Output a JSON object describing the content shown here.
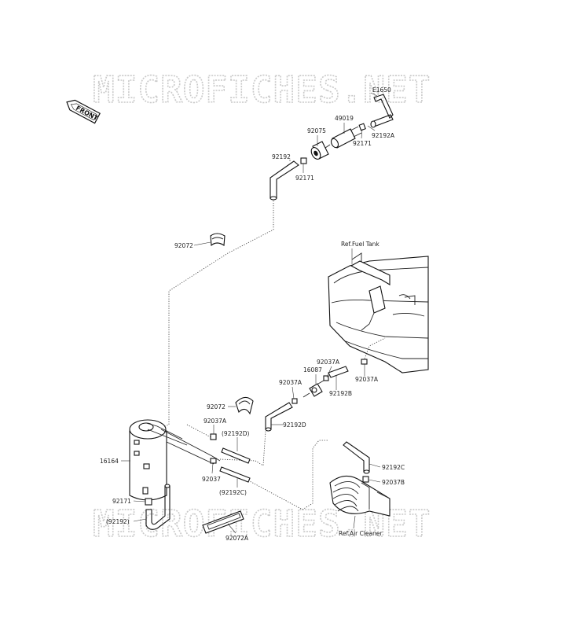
{
  "watermark": {
    "text": "MICROFICHES.NET"
  },
  "front_indicator": {
    "label": "FRONT"
  },
  "references": {
    "fuel_tank": "Ref.Fuel Tank",
    "air_cleaner": "Ref.Air Cleaner"
  },
  "callouts": {
    "e1650": "E1650",
    "p49019": "49019",
    "p92075": "92075",
    "p92171_top_right": "92171",
    "p92192A": "92192A",
    "p92192_top": "92192",
    "p92171_top_left": "92171",
    "p92072_upper": "92072",
    "p92037A_upper": "92037A",
    "p16087": "16087",
    "p92037A_left": "92037A",
    "p92037A_right": "92037A",
    "p92192B": "92192B",
    "p92072_lower": "92072",
    "p92192D": "92192D",
    "p92037A_canister": "92037A",
    "p92192D_paren": "(92192D)",
    "p16164": "16164",
    "p92037": "92037",
    "p92192C_paren": "(92192C)",
    "p92192C": "92192C",
    "p92037B": "92037B",
    "p92171_bottom": "92171",
    "p92192_paren": "(92192)",
    "p92072A": "92072A"
  }
}
